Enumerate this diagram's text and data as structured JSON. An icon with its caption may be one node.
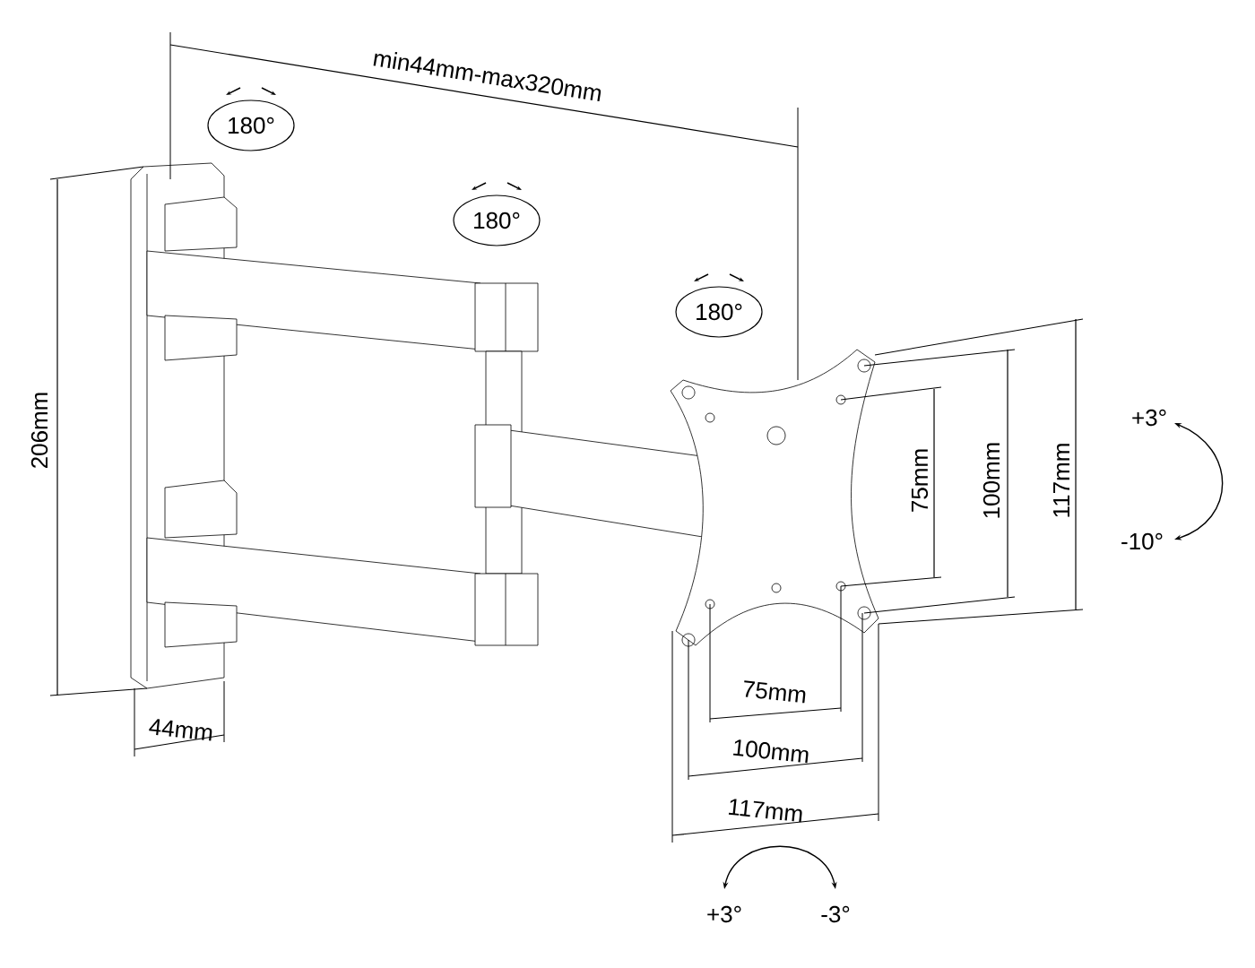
{
  "diagram": {
    "labels": [
      "min44mm-max320mm",
      "180°",
      "180°",
      "180°",
      "206mm",
      "75mm",
      "100mm",
      "117mm",
      "+3°",
      "-10°",
      "44mm",
      "75mm",
      "100mm",
      "117mm",
      "+3°",
      "-3°"
    ]
  }
}
